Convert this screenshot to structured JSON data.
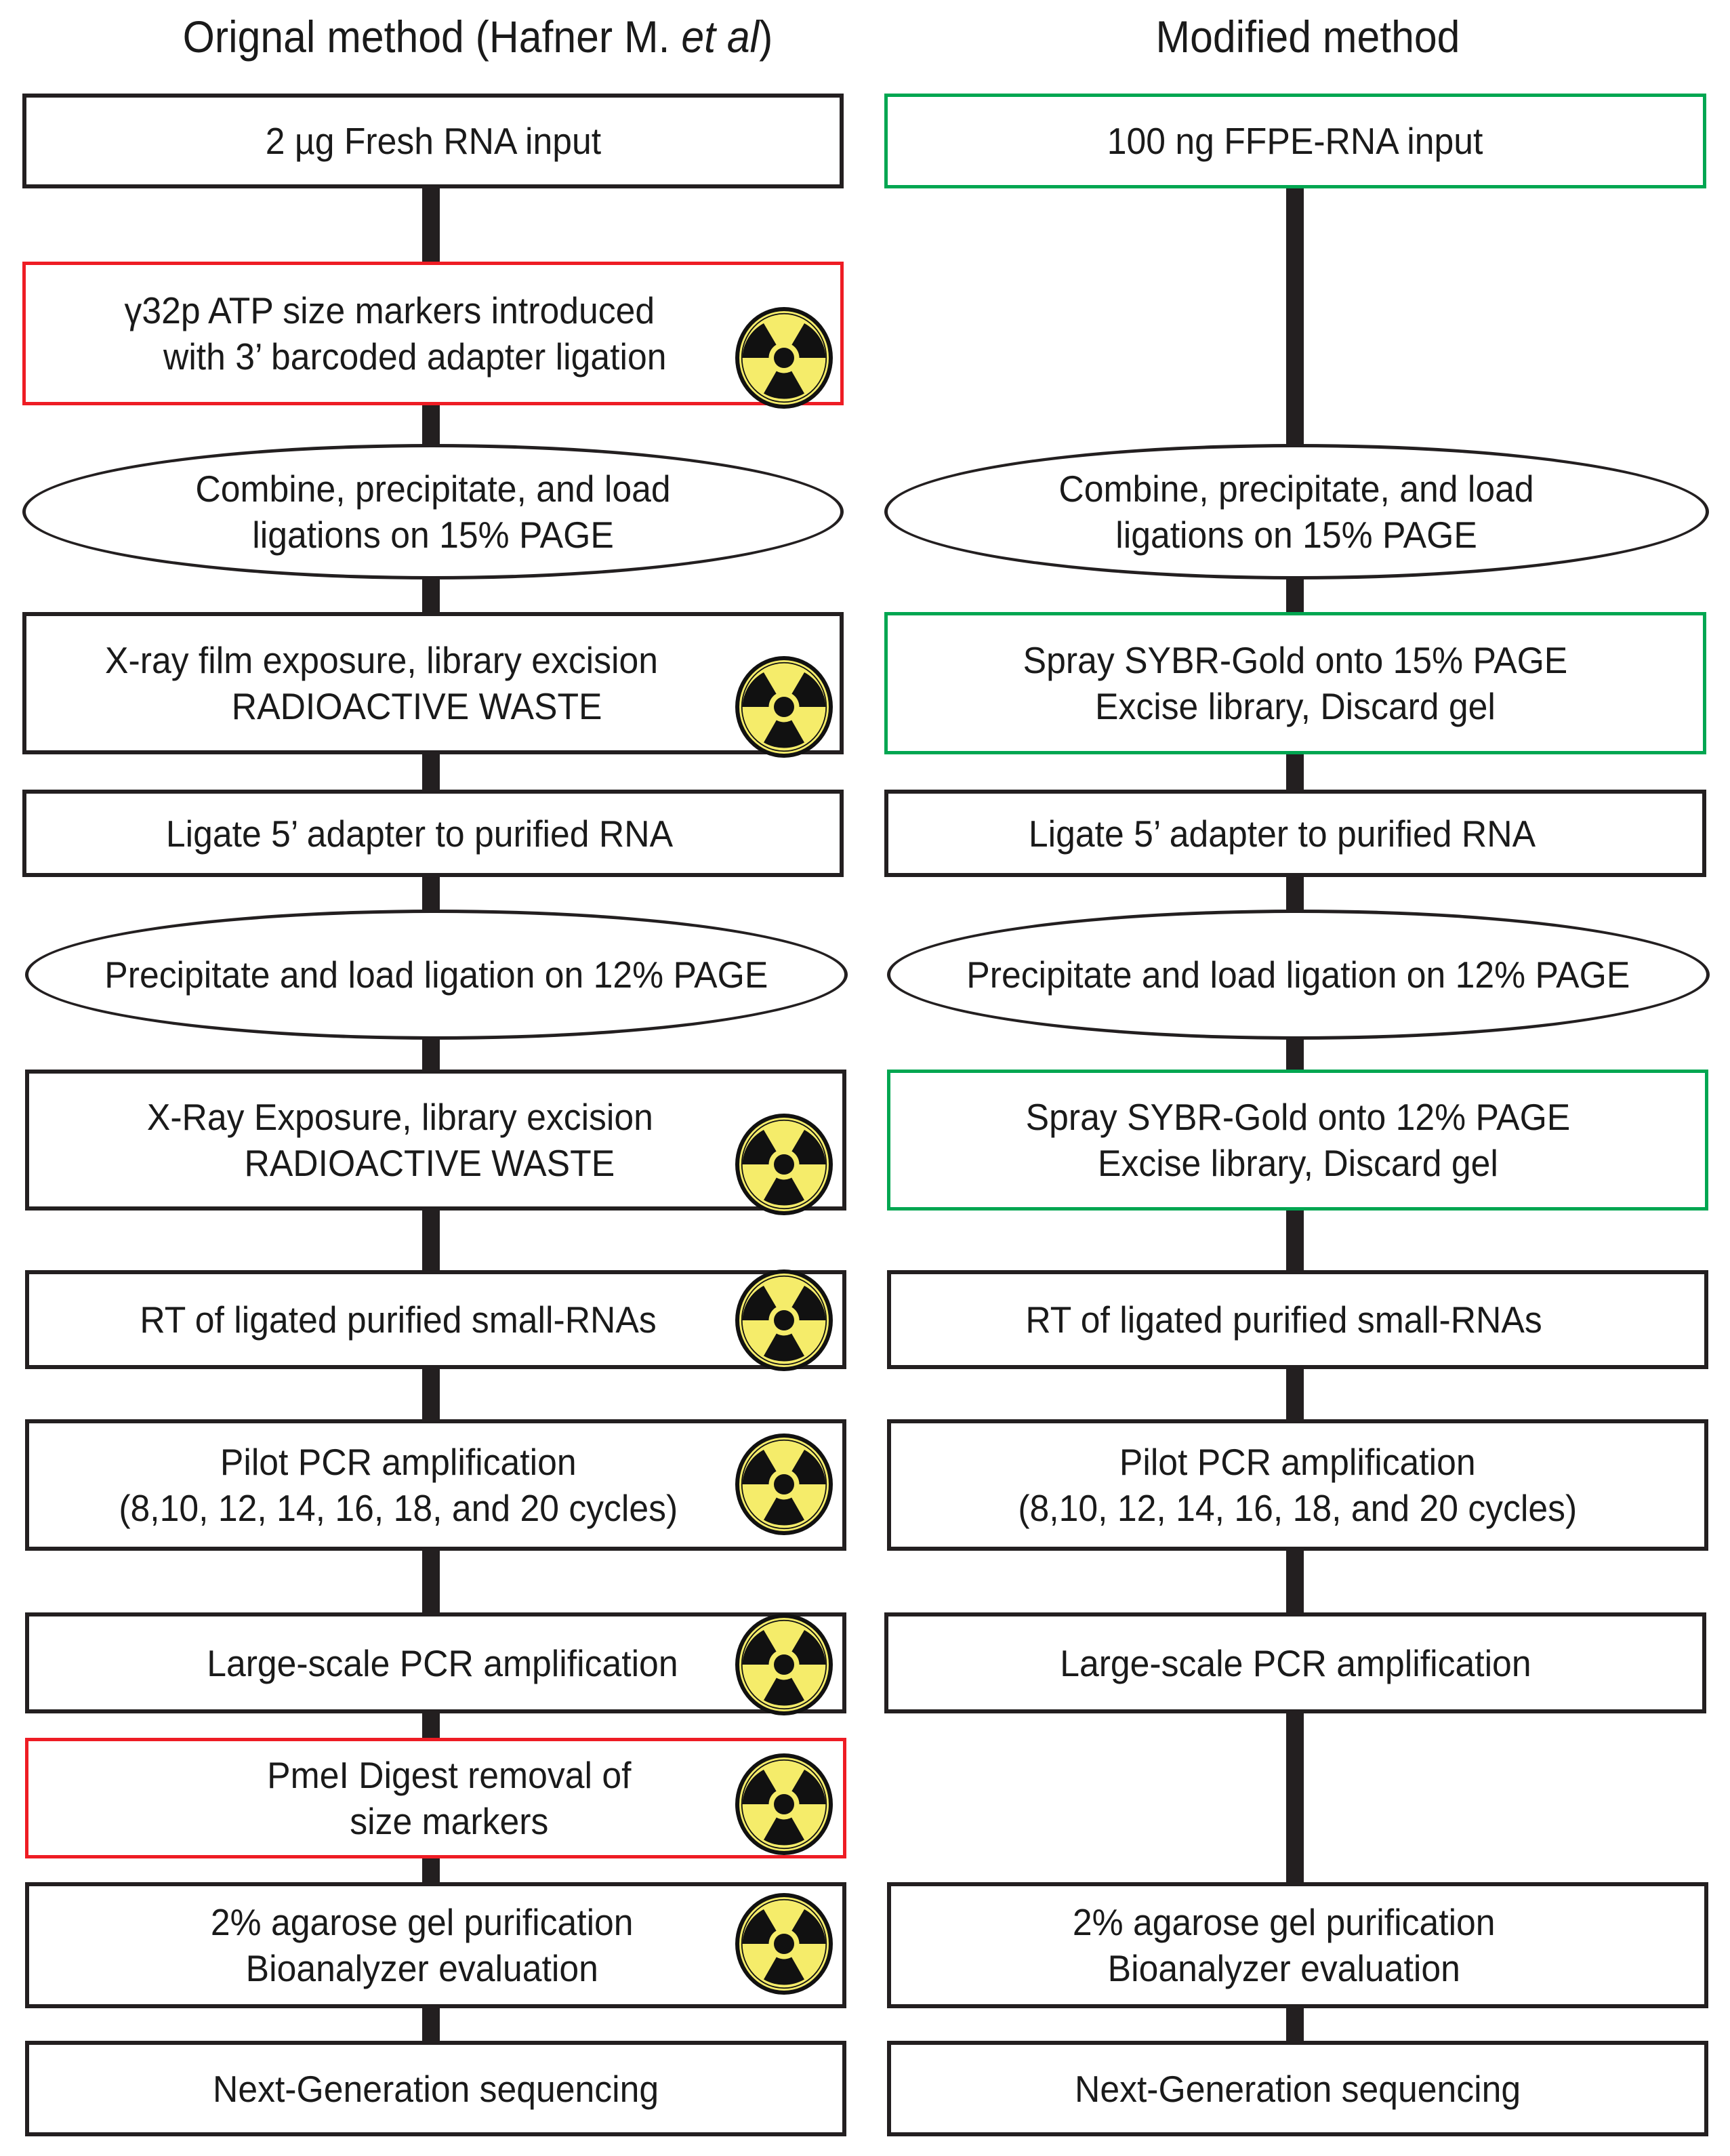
{
  "titles": {
    "left_prefix": "Orignal method (Hafner M. ",
    "left_italic": "et al",
    "left_suffix": ")",
    "right": "Modified method"
  },
  "colors": {
    "default_border": "#231f20",
    "removed_step_border": "#ee1c24",
    "modified_step_border": "#00a651",
    "radiation_yellow": "#f5ec6a"
  },
  "legend_icon": "radiation-hazard-icon",
  "original": [
    {
      "text": "2 µg Fresh RNA input",
      "shape": "box",
      "style": "default",
      "radioactive": false
    },
    {
      "text": "γ32p ATP size markers introduced\n    with 3’ barcoded adapter ligation",
      "shape": "box",
      "style": "red",
      "radioactive": true
    },
    {
      "text": "Combine, precipitate, and load\nligations on 15% PAGE",
      "shape": "ellipse",
      "style": "default",
      "radioactive": false
    },
    {
      "text": "X-ray film exposure, library excision\n             RADIOACTIVE WASTE",
      "shape": "box",
      "style": "default",
      "radioactive": true
    },
    {
      "text": "Ligate 5’ adapter to purified RNA",
      "shape": "box",
      "style": "default",
      "radioactive": false
    },
    {
      "text": "Precipitate and load ligation on 12% PAGE",
      "shape": "ellipse",
      "style": "default",
      "radioactive": false
    },
    {
      "text": "X-Ray Exposure, library excision\n          RADIOACTIVE WASTE",
      "shape": "box",
      "style": "default",
      "radioactive": true
    },
    {
      "text": "RT of ligated purified small-RNAs",
      "shape": "box",
      "style": "default",
      "radioactive": true
    },
    {
      "text": "Pilot PCR amplification\n(8,10, 12, 14, 16, 18, and 20 cycles)",
      "shape": "box",
      "style": "default",
      "radioactive": true
    },
    {
      "text": "Large-scale PCR amplification",
      "shape": "box",
      "style": "default",
      "radioactive": true
    },
    {
      "text": "PmeI Digest removal of\nsize markers",
      "shape": "box",
      "style": "red",
      "radioactive": true
    },
    {
      "text": "2% agarose gel purification\nBioanalyzer evaluation",
      "shape": "box",
      "style": "default",
      "radioactive": true
    },
    {
      "text": "Next-Generation sequencing",
      "shape": "box",
      "style": "default",
      "radioactive": false
    }
  ],
  "modified": [
    {
      "text": "100 ng FFPE-RNA input",
      "shape": "box",
      "style": "green"
    },
    {
      "text": "Combine, precipitate, and load\nligations on 15% PAGE",
      "shape": "ellipse",
      "style": "default"
    },
    {
      "text": "Spray SYBR-Gold onto 15% PAGE\nExcise library, Discard gel",
      "shape": "box",
      "style": "green"
    },
    {
      "text": "Ligate 5’ adapter to purified RNA",
      "shape": "box",
      "style": "default"
    },
    {
      "text": "Precipitate and load ligation on 12% PAGE",
      "shape": "ellipse",
      "style": "default"
    },
    {
      "text": "Spray SYBR-Gold onto 12% PAGE\nExcise library, Discard gel",
      "shape": "box",
      "style": "green"
    },
    {
      "text": "RT of ligated purified small-RNAs",
      "shape": "box",
      "style": "default"
    },
    {
      "text": "Pilot PCR amplification\n(8,10, 12, 14, 16, 18, and 20 cycles)",
      "shape": "box",
      "style": "default"
    },
    {
      "text": "Large-scale PCR amplification",
      "shape": "box",
      "style": "default"
    },
    {
      "text": "2% agarose gel purification\nBioanalyzer evaluation",
      "shape": "box",
      "style": "default"
    },
    {
      "text": "Next-Generation sequencing",
      "shape": "box",
      "style": "default"
    }
  ]
}
